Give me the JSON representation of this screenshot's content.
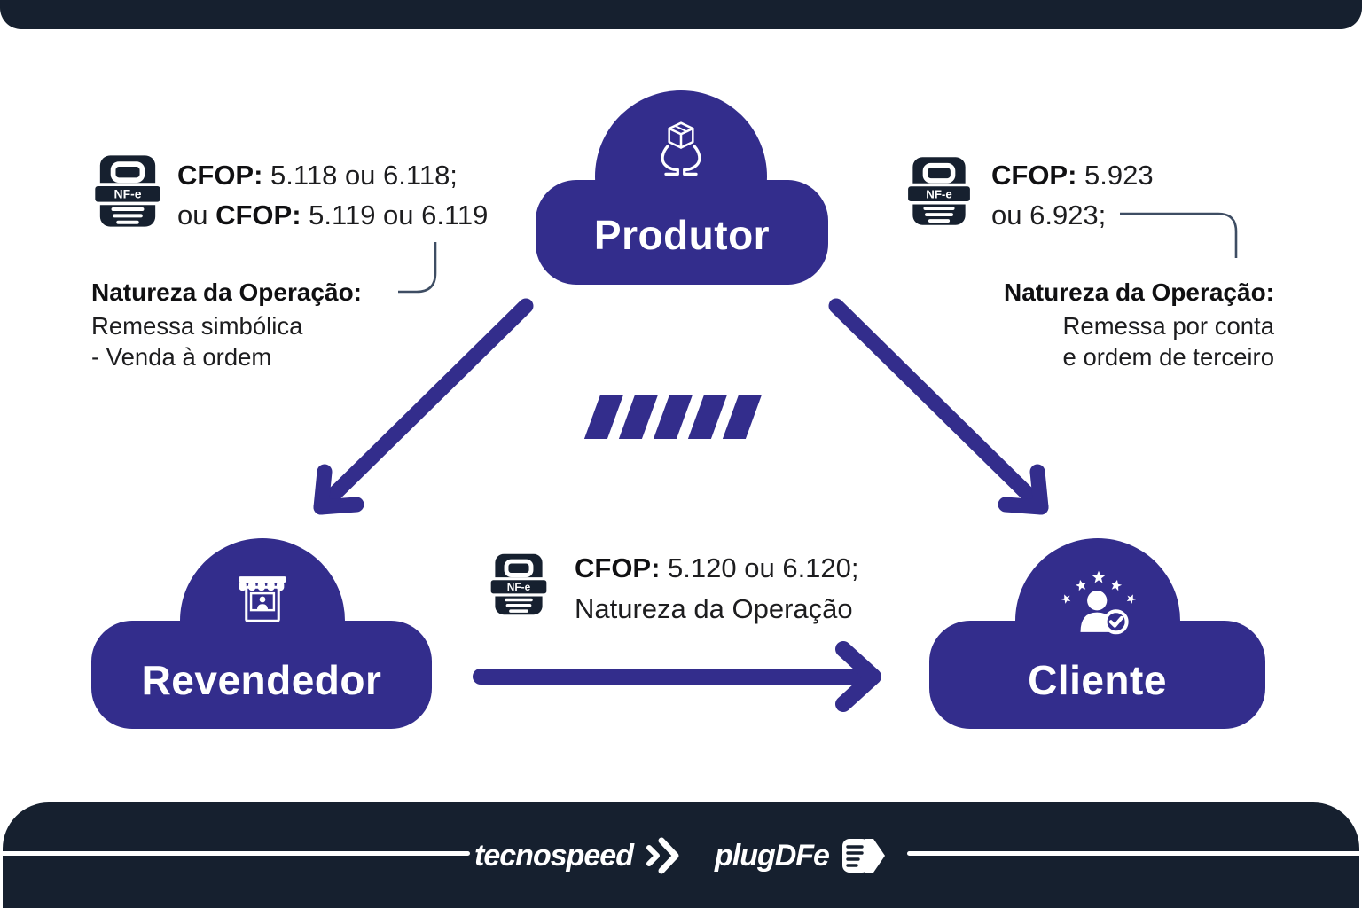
{
  "colors": {
    "accent_purple": "#332d8c",
    "bar_navy": "#16202f",
    "text_dark": "#1d1d1f",
    "connector_line": "#3e4d63",
    "white": "#ffffff"
  },
  "nodes": {
    "produtor": {
      "label": "Produtor",
      "icon": "hands-holding-box-icon"
    },
    "revendedor": {
      "label": "Revendedor",
      "icon": "storefront-icon"
    },
    "cliente": {
      "label": "Cliente",
      "icon": "customer-rating-icon"
    }
  },
  "annotations": {
    "left": {
      "nfe_badge": "NF-e",
      "l1_bold": "CFOP:",
      "l1_text": " 5.118 ou 6.118;",
      "l2_pre": "ou ",
      "l2_bold": "CFOP:",
      "l2_text": " 5.119 ou 6.119",
      "nature_title": "Natureza da Operação:",
      "nature_line1": "Remessa simbólica",
      "nature_line2": "- Venda à ordem"
    },
    "right": {
      "nfe_badge": "NF-e",
      "l1_bold": "CFOP:",
      "l1_text": " 5.923",
      "l2": "ou 6.923;",
      "nature_title": "Natureza da Operação:",
      "nature_line1": "Remessa por conta",
      "nature_line2": "e ordem de terceiro"
    },
    "middle": {
      "nfe_badge": "NF-e",
      "l1_bold": "CFOP:",
      "l1_text": " 5.120 ou 6.120;",
      "l2": "Natureza da Operação"
    }
  },
  "footer": {
    "brand_left": "tecnospeed",
    "brand_left_icon": "double-chevron-icon",
    "brand_right": "plugDFe",
    "brand_right_icon": "document-arrow-icon"
  }
}
